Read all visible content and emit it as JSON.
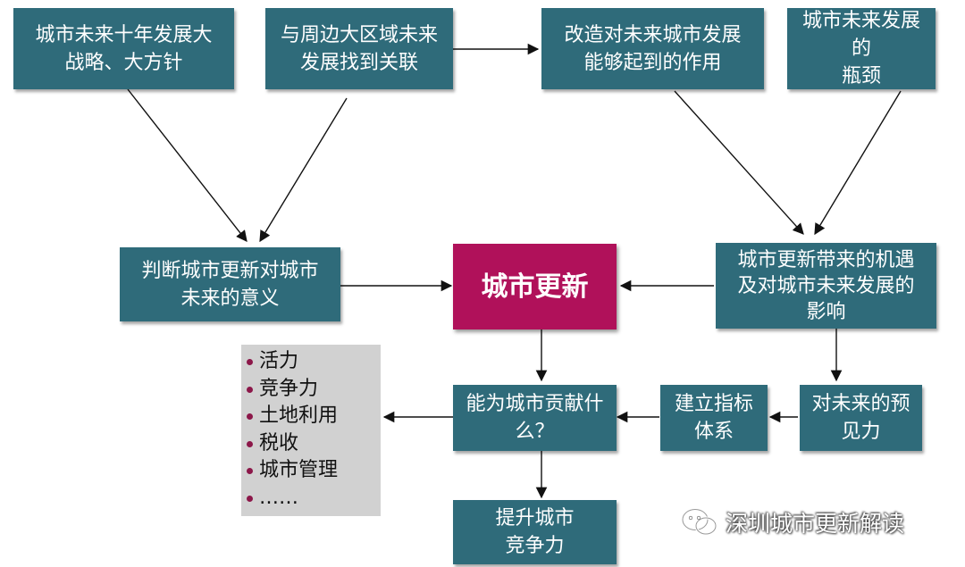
{
  "boxes": {
    "strategy": "城市未来十年发展大\n战略、大方针",
    "region": "与周边大区域未来\n发展找到关联",
    "transform_role": "改造对未来城市发展\n能够起到的作用",
    "bottleneck": "城市未来发展的\n瓶颈",
    "judge_meaning": "判断城市更新对城市\n未来的意义",
    "center": "城市更新",
    "opportunity": "城市更新带来的机遇\n及对城市未来发展的\n影响",
    "contribute": "能为城市贡献什\n么？",
    "indicators": "建立指标\n体系",
    "foresight": "对未来的预\n见力",
    "competitiveness": "提升城市\n竞争力"
  },
  "list_items": [
    "活力",
    "竞争力",
    "土地利用",
    "税收",
    "城市管理",
    "……"
  ],
  "watermark": {
    "text": "深圳城市更新解读",
    "icon": "wechat-icon"
  },
  "colors": {
    "box": "#2f6b7a",
    "center": "#b0115a",
    "list_bg": "#d1d1d1",
    "bullet": "#8c1749"
  }
}
